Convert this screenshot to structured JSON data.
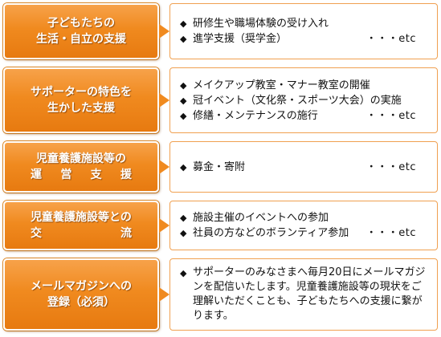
{
  "rows": [
    {
      "label_lines": [
        "子どもたちの",
        "生活・自立の支援"
      ],
      "items": [
        "研修生や職場体験の受け入れ",
        "進学支援（奨学金）"
      ],
      "etc": "・・・etc"
    },
    {
      "label_lines": [
        "サポーターの特色を",
        "生かした支援"
      ],
      "items": [
        "メイクアップ教室・マナー教室の開催",
        "冠イベント（文化祭・スポーツ大会）の実施",
        "修繕・メンテナンスの施行"
      ],
      "etc": "・・・etc"
    },
    {
      "label_lines": [
        "児童養護施設等の",
        "運営支援"
      ],
      "items": [
        "募金・寄附"
      ],
      "etc": "・・・etc"
    },
    {
      "label_lines": [
        "児童養護施設等との",
        "交流"
      ],
      "items": [
        "施設主催のイベントへの参加",
        "社員の方などのボランティア参加"
      ],
      "etc": "・・・etc"
    },
    {
      "label_lines": [
        "メールマガジンへの",
        "登録（必須）"
      ],
      "paragraph": "サポーターのみなさまへ毎月20日にメールマガジンを配信いたします。児童養護施設等の現状をご理解いただくことも、子どもたちへの支援に繋がります。"
    }
  ],
  "bullet_symbol": "◆",
  "colors": {
    "label_fill": "#f08a1f",
    "content_border": "#f0a050"
  }
}
